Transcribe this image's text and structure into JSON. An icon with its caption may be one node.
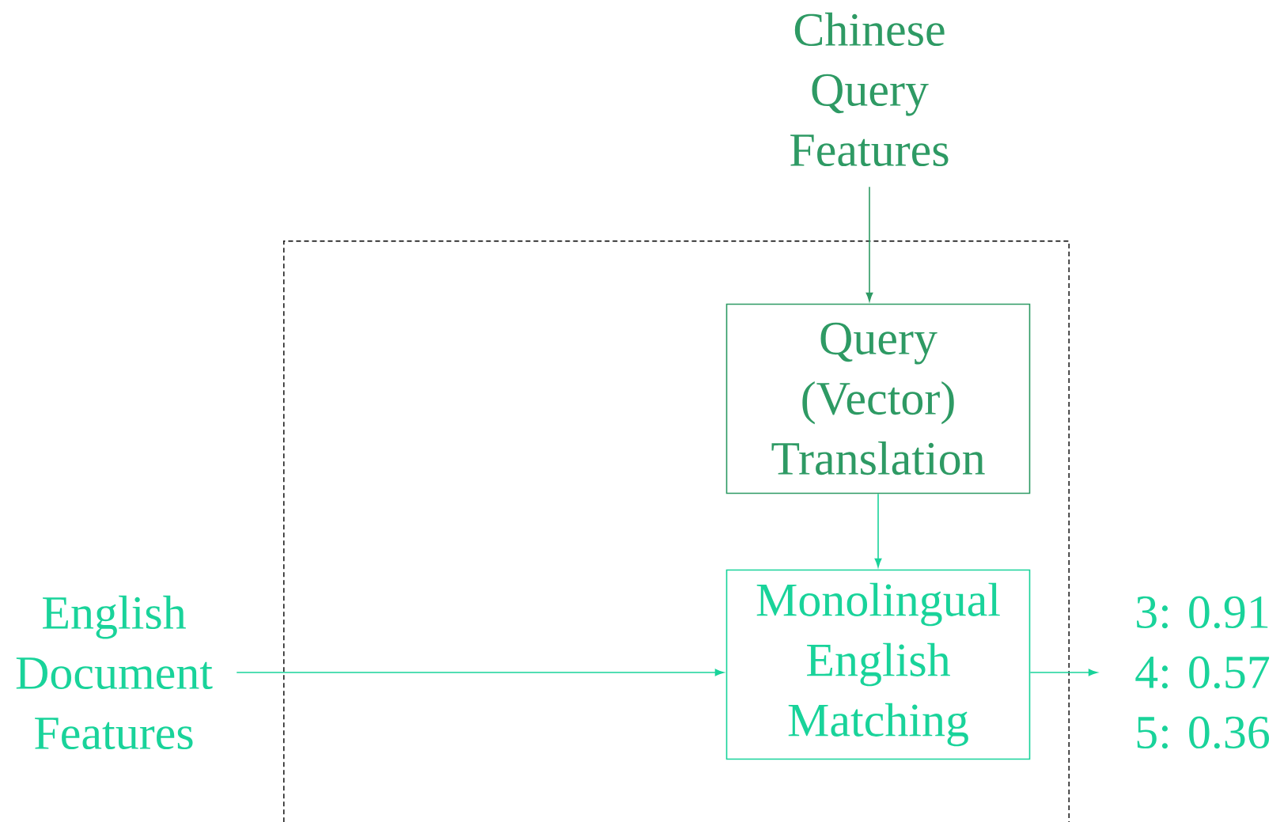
{
  "diagram": {
    "nodes": [
      {
        "text": [
          "Chinese Query Features"
        ]
      },
      {
        "text": [],
        "shape": "box"
      },
      {
        "text": [
          "Query (Vector) Translation"
        ],
        "in": 1
      },
      {
        "text": [
          "English Document Features"
        ]
      },
      {
        "text": [
          "Monolingual English Matching"
        ],
        "in": 1
      },
      {
        "text": [
          "3: 0.91",
          "4: 0.57",
          "5: 0.36"
        ]
      }
    ],
    "edges": [
      {
        "from": 0,
        "to": 2,
        "arrow": "to",
        "color": "#2e9a64"
      },
      {
        "from": 2,
        "to": 4,
        "arrow": "to"
      },
      {
        "from": 3,
        "to": 4,
        "arrow": "to"
      },
      {
        "from": 4,
        "to": 5,
        "arrow": "to"
      }
    ]
  }
}
